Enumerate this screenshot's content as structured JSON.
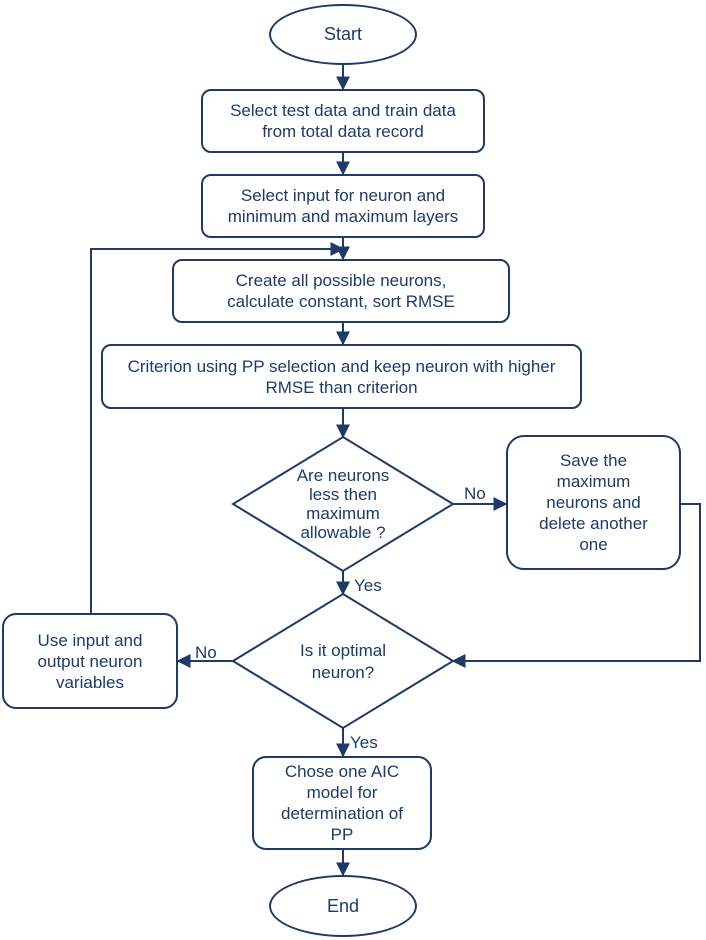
{
  "nodes": {
    "start": "Start",
    "select_data": "Select test data and train data from total data record",
    "select_input": "Select input for neuron and minimum and maximum layers",
    "create_neurons": "Create all possible neurons, calculate constant, sort RMSE",
    "criterion": "Criterion using PP selection and keep neuron with higher RMSE than criterion",
    "decision_less": "Are neurons less then maximum allowable ?",
    "save_max": "Save the maximum neurons and delete another one",
    "decision_optimal": "Is it optimal neuron?",
    "use_input": "Use input and output neuron variables",
    "choose_aic": "Chose one AIC model for determination of PP",
    "end": "End"
  },
  "labels": {
    "no_1": "No",
    "yes_1": "Yes",
    "no_2": "No",
    "yes_2": "Yes"
  },
  "colors": {
    "stroke": "#1f3a66",
    "text": "#1f3a66",
    "background": "#ffffff"
  }
}
